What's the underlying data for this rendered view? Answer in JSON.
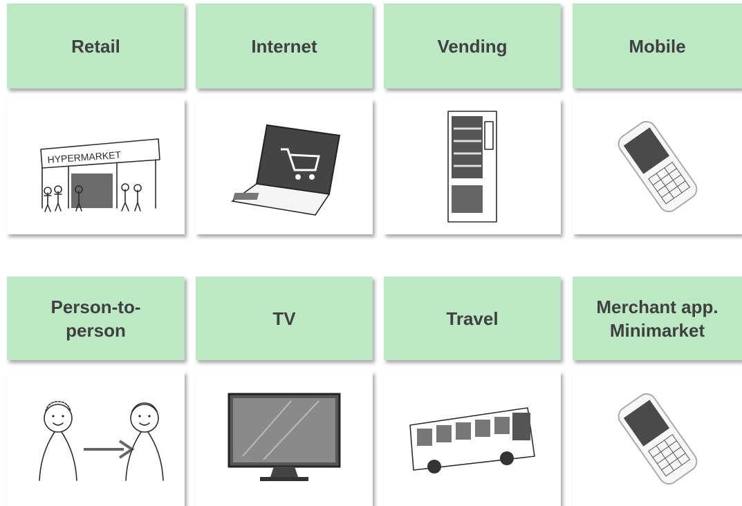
{
  "tiles": [
    {
      "label": "Retail",
      "icon": "hypermarket-storefront-icon"
    },
    {
      "label": "Internet",
      "icon": "laptop-shopping-cart-icon"
    },
    {
      "label": "Vending",
      "icon": "vending-machine-icon"
    },
    {
      "label": "Mobile",
      "icon": "mobile-phone-icon"
    },
    {
      "label": "Person-to-\nperson",
      "icon": "person-to-person-icon"
    },
    {
      "label": "TV",
      "icon": "flat-tv-icon"
    },
    {
      "label": "Travel",
      "icon": "bus-icon"
    },
    {
      "label": "Merchant app.\nMinimarket",
      "icon": "mobile-phone-icon"
    }
  ],
  "storefront_sign": "HYPERMARKET",
  "colors": {
    "label_bg": "#bde8c4",
    "label_text": "#404040"
  }
}
